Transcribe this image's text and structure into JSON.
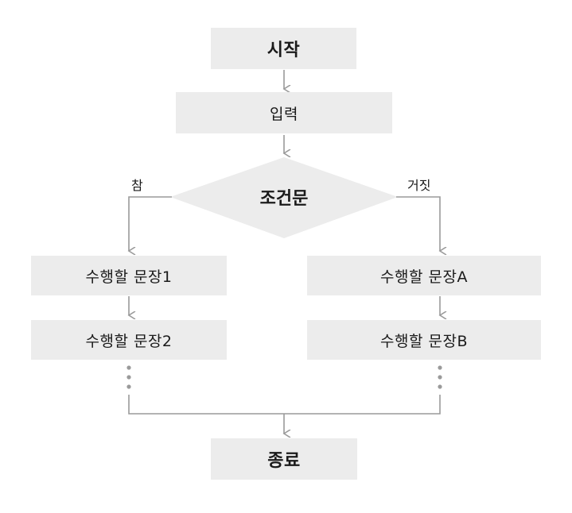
{
  "flowchart": {
    "start": "시작",
    "input": "입력",
    "condition": "조건문",
    "true_label": "참",
    "false_label": "거짓",
    "true_branch": [
      "수행할 문장1",
      "수행할 문장2"
    ],
    "false_branch": [
      "수행할 문장A",
      "수행할 문장B"
    ],
    "end": "종료"
  },
  "colors": {
    "box_fill": "#ececec",
    "arrow": "#9a9a9a",
    "text": "#1a1a1a"
  }
}
